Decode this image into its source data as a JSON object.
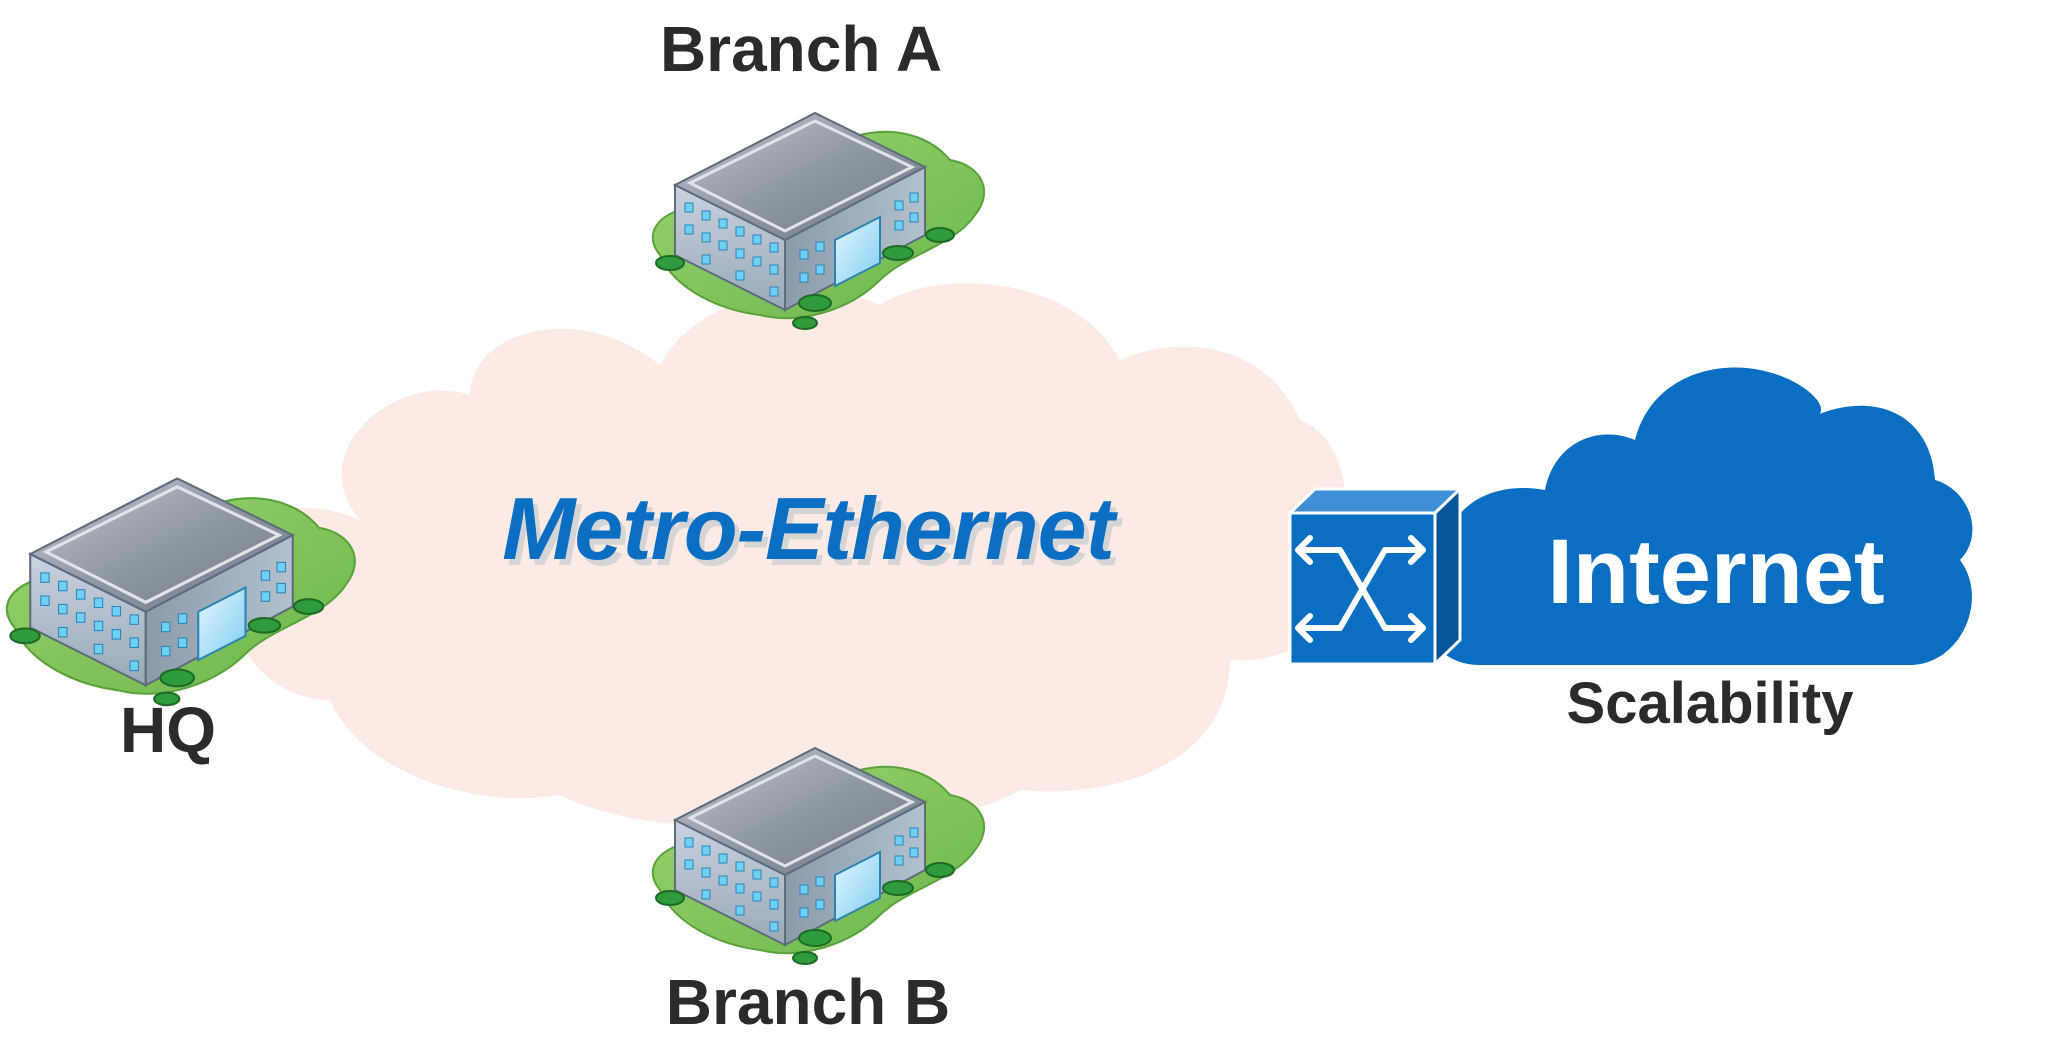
{
  "labels": {
    "branch_a": "Branch A",
    "branch_b": "Branch B",
    "hq": "HQ",
    "metro_ethernet": "Metro-Ethernet",
    "internet": "Internet",
    "scalability": "Scalability"
  },
  "icons": {
    "buildings": "office-building-icon",
    "switch": "network-switch-icon",
    "metro_cloud": "cloud-shape",
    "internet_cloud": "cloud-icon"
  },
  "colors": {
    "metro_cloud": "#fcebe5",
    "internet_cloud": "#0a6fc2",
    "switch": "#0a6fc2",
    "metro_text": "#0a6fc2",
    "label_text": "#2b2b2b",
    "building_roof": "#8e98a3",
    "building_wall": "#a7b4c2",
    "lawn": "#7cc55e"
  }
}
